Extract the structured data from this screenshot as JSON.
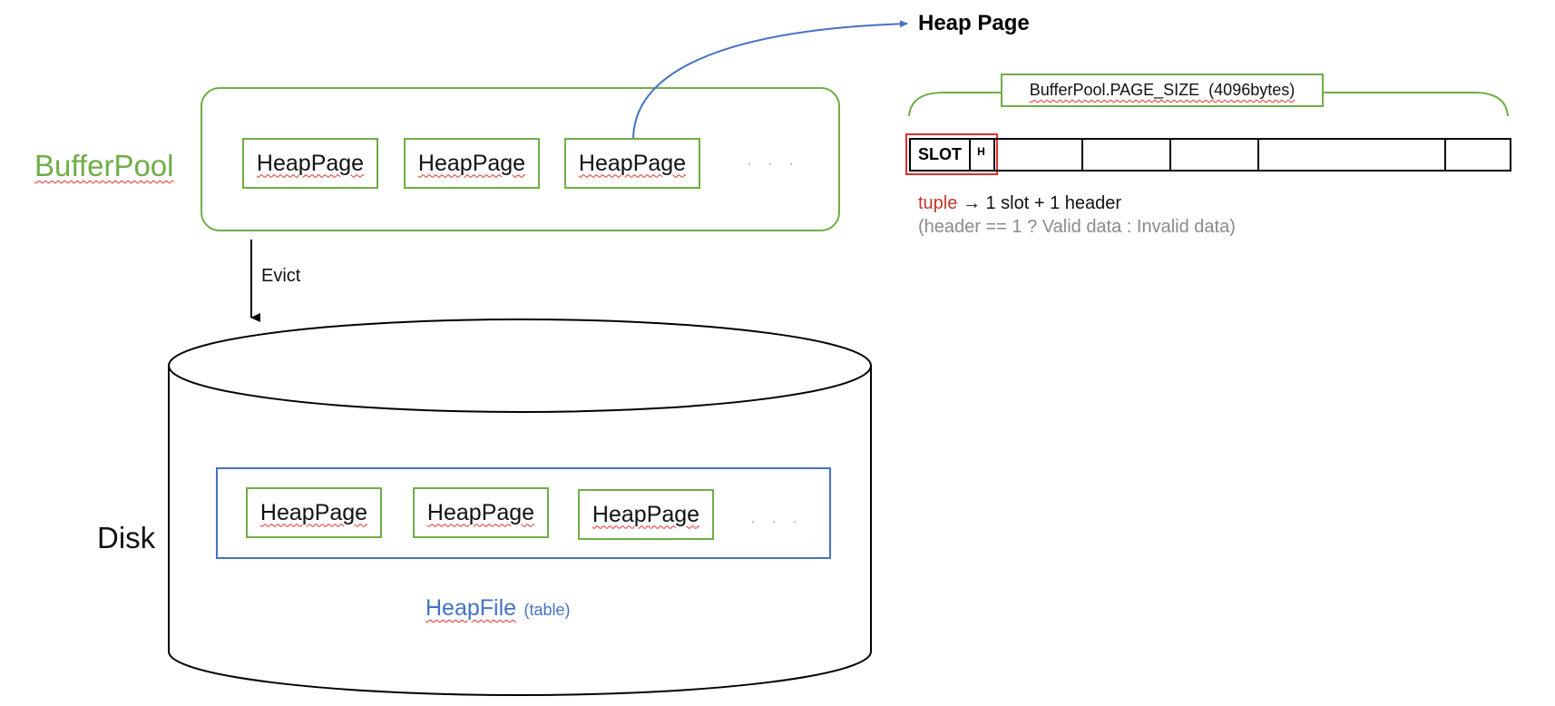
{
  "colors": {
    "buffer_green": "#70ad47",
    "file_blue": "#4472c4",
    "slot_red": "#d9302c",
    "muted_gray": "#8a8a8a"
  },
  "bufferpool": {
    "label": "BufferPool",
    "pages": [
      "HeapPage",
      "HeapPage",
      "HeapPage"
    ],
    "more": "· · ·"
  },
  "evict": {
    "label": "Evict"
  },
  "disk": {
    "label": "Disk",
    "heapfile_label": "HeapFile",
    "heapfile_sub": "(table)",
    "pages": [
      "HeapPage",
      "HeapPage",
      "HeapPage"
    ],
    "more": "· · ·"
  },
  "heap_page": {
    "title": "Heap Page",
    "size_label": "BufferPool.PAGE_SIZE  (4096bytes)",
    "slot_label": "SLOT",
    "header_label": "H",
    "tuple_word": "tuple",
    "tuple_arrow": "→",
    "tuple_rest": "1 slot + 1 header",
    "header_rule": "(header == 1 ? Valid data : Invalid data)"
  }
}
